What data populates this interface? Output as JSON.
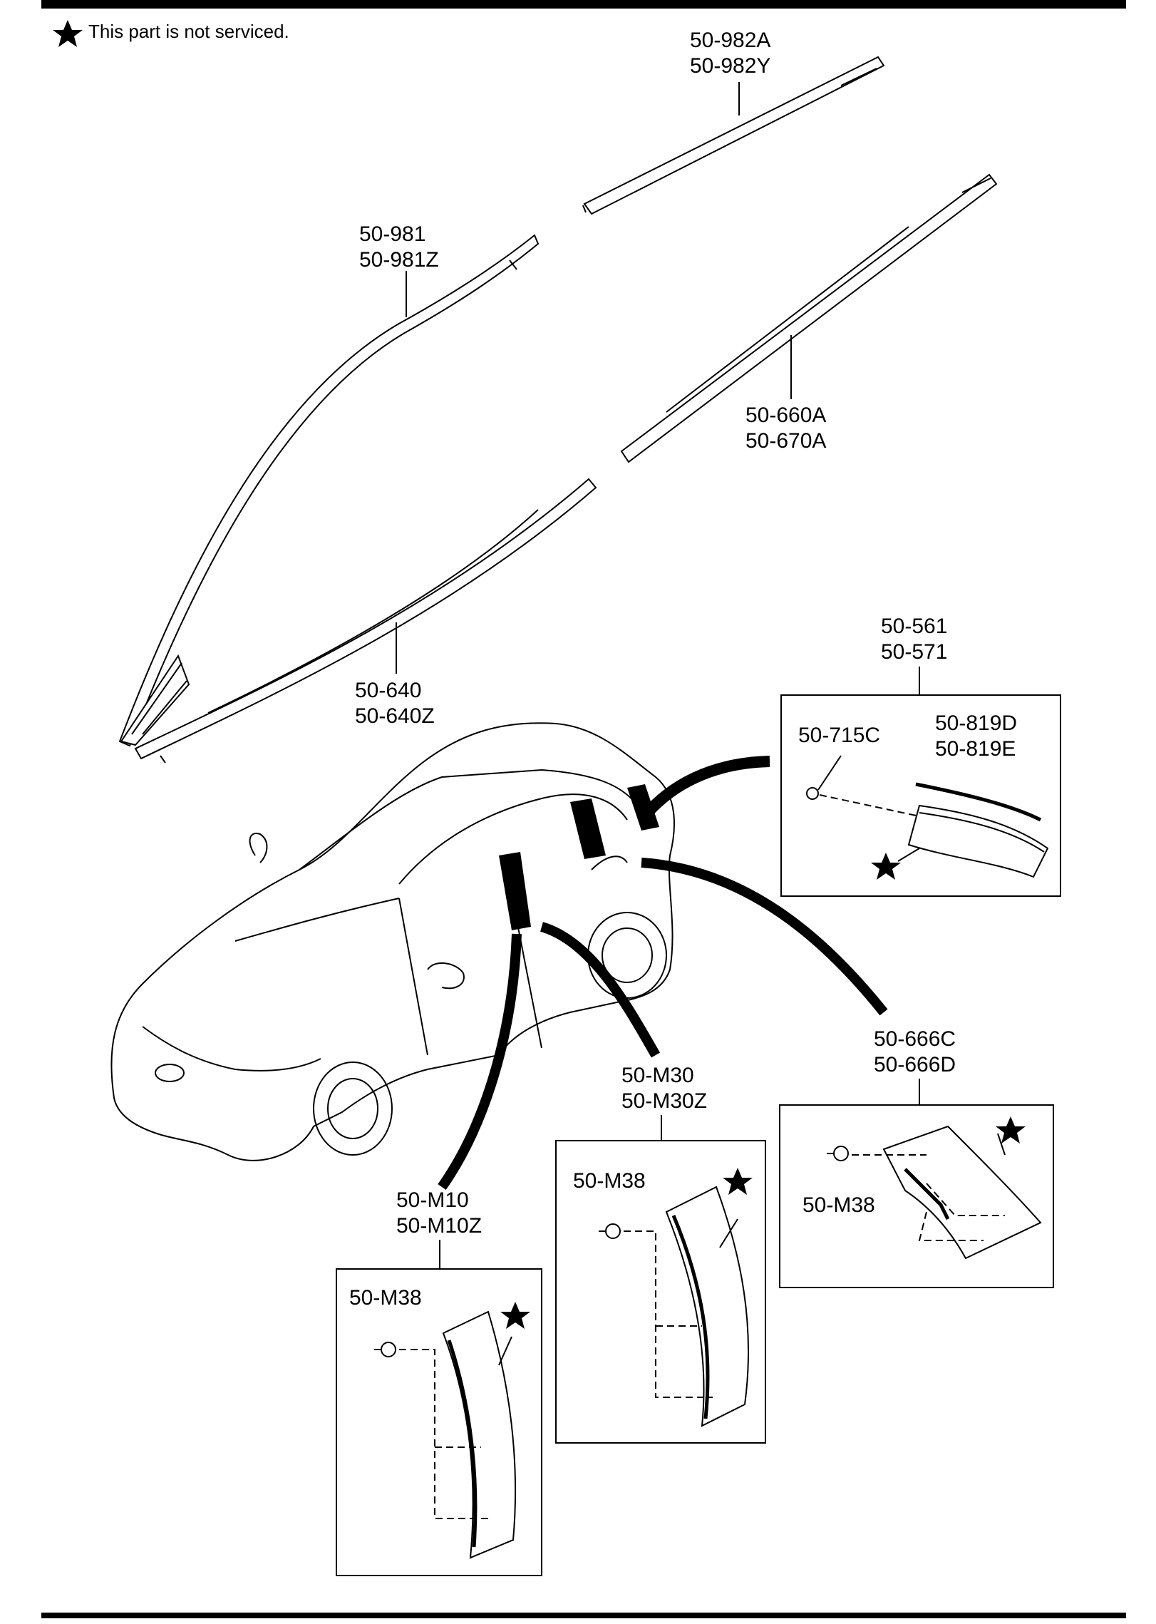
{
  "note": {
    "text": "This part is not serviced.",
    "icon": "star-icon"
  },
  "parts": {
    "roof_rear": [
      "50-982A",
      "50-982Y"
    ],
    "a_pillar": [
      "50-981",
      "50-981Z"
    ],
    "belt_rear": [
      "50-660A",
      "50-670A"
    ],
    "belt_front": [
      "50-640",
      "50-640Z"
    ],
    "garnish_c": [
      "50-561",
      "50-571"
    ],
    "clip_c": "50-715C",
    "molding_c": [
      "50-819D",
      "50-819E"
    ],
    "rear_corner": [
      "50-666C",
      "50-666D"
    ],
    "pillar_mid": [
      "50-M30",
      "50-M30Z"
    ],
    "pillar_front": [
      "50-M10",
      "50-M10Z"
    ],
    "fastener": "50-M38"
  }
}
